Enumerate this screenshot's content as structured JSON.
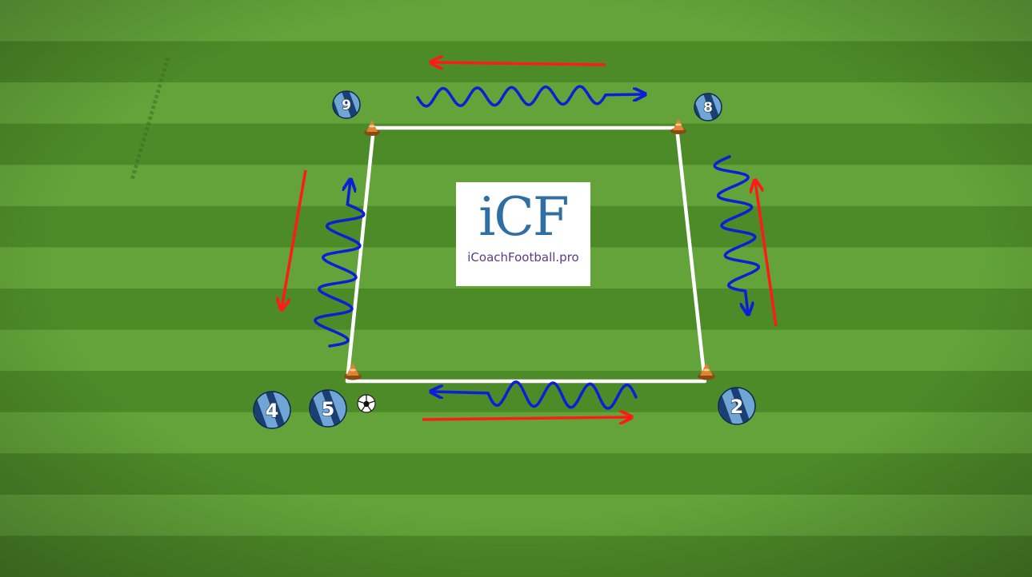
{
  "logo": {
    "mark": "iCF",
    "site": "iCoachFootball.pro"
  },
  "players": [
    {
      "id": "9"
    },
    {
      "id": "8"
    },
    {
      "id": "4"
    },
    {
      "id": "5"
    },
    {
      "id": "2"
    }
  ],
  "colors": {
    "pitch_light": "#63a33a",
    "pitch_dark": "#4d8a28",
    "grid_line": "#ffffff",
    "dribble_path": "#0a1fd6",
    "pass_arrow": "#ff1a1a",
    "player_stripe_dark": "#1c3f73",
    "player_stripe_light": "#6fa6d6",
    "cone": "#d8792a"
  },
  "icons": [
    "cone-icon",
    "ball-icon",
    "player-marker-icon"
  ]
}
